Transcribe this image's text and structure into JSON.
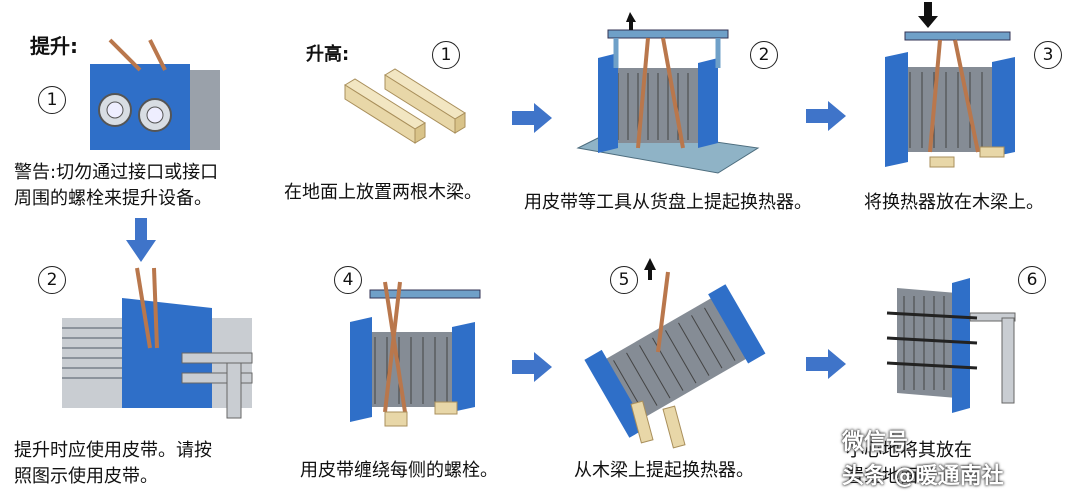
{
  "lift": {
    "title": "提升:",
    "step1_num": "1",
    "warning": [
      "警告:切勿通过接口或接口",
      "周围的螺栓来提升设备。"
    ],
    "step2_num": "2",
    "step2_text": [
      "提升时应使用皮带。请按",
      "照图示使用皮带。"
    ]
  },
  "raise": {
    "title": "升高:",
    "step1_num": "1",
    "step1_text": "在地面上放置两根木梁。",
    "step2_num": "2",
    "step2_text": "用皮带等工具从货盘上提起换热器。",
    "step3_num": "3",
    "step3_text": "将换热器放在木梁上。",
    "step4_num": "4",
    "step4_text": "用皮带缠绕每侧的螺栓。",
    "step5_num": "5",
    "step5_text": "从木梁上提起换热器。",
    "step6_num": "6",
    "step6_text": [
      "小心地将其放在",
      "置到地面"
    ]
  },
  "watermark": {
    "wechat": "微信号",
    "toutiao": "头条 @暖通南社"
  },
  "colors": {
    "arrow_blue": "#3f74c9",
    "frame_blue": "#2f65b8",
    "plate_gray": "#8c939c",
    "wood": "#e8d7a8",
    "strap": "#b9774c"
  }
}
